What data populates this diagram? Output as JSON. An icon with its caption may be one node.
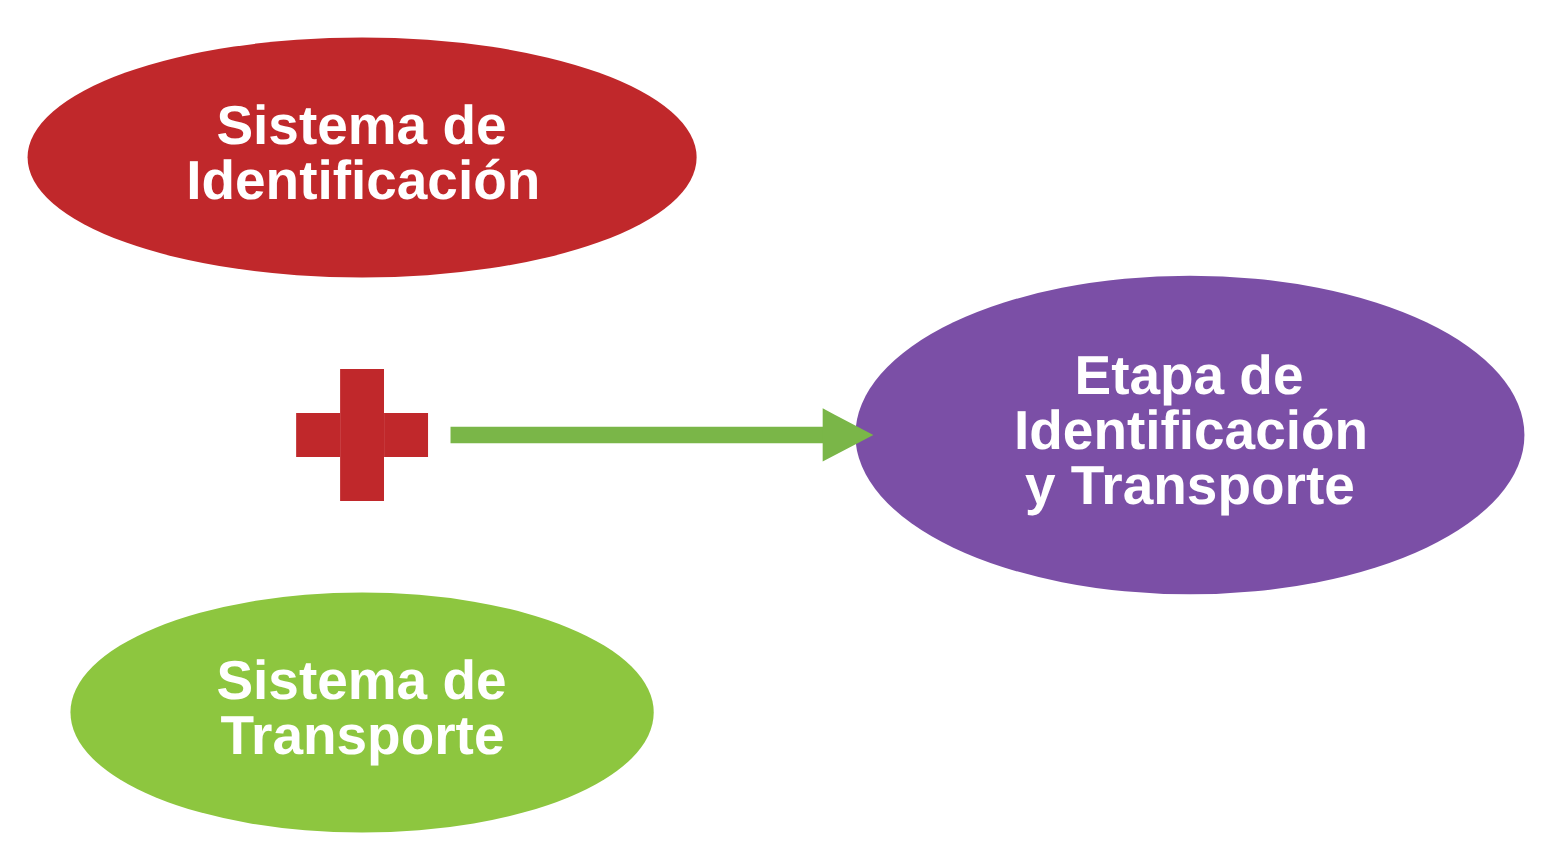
{
  "diagram": {
    "nodes": [
      {
        "text": [
          "Sistema de Identificación"
        ]
      },
      {
        "text": [],
        "shape": "cross"
      },
      {
        "text": [
          "Sistema de Transporte"
        ]
      },
      {
        "text": [
          "Etapa de Identificación y Transporte"
        ]
      }
    ],
    "edges": [
      {
        "from": 1,
        "to": 3,
        "arrow": "to",
        "color": "#7ab648"
      }
    ]
  }
}
